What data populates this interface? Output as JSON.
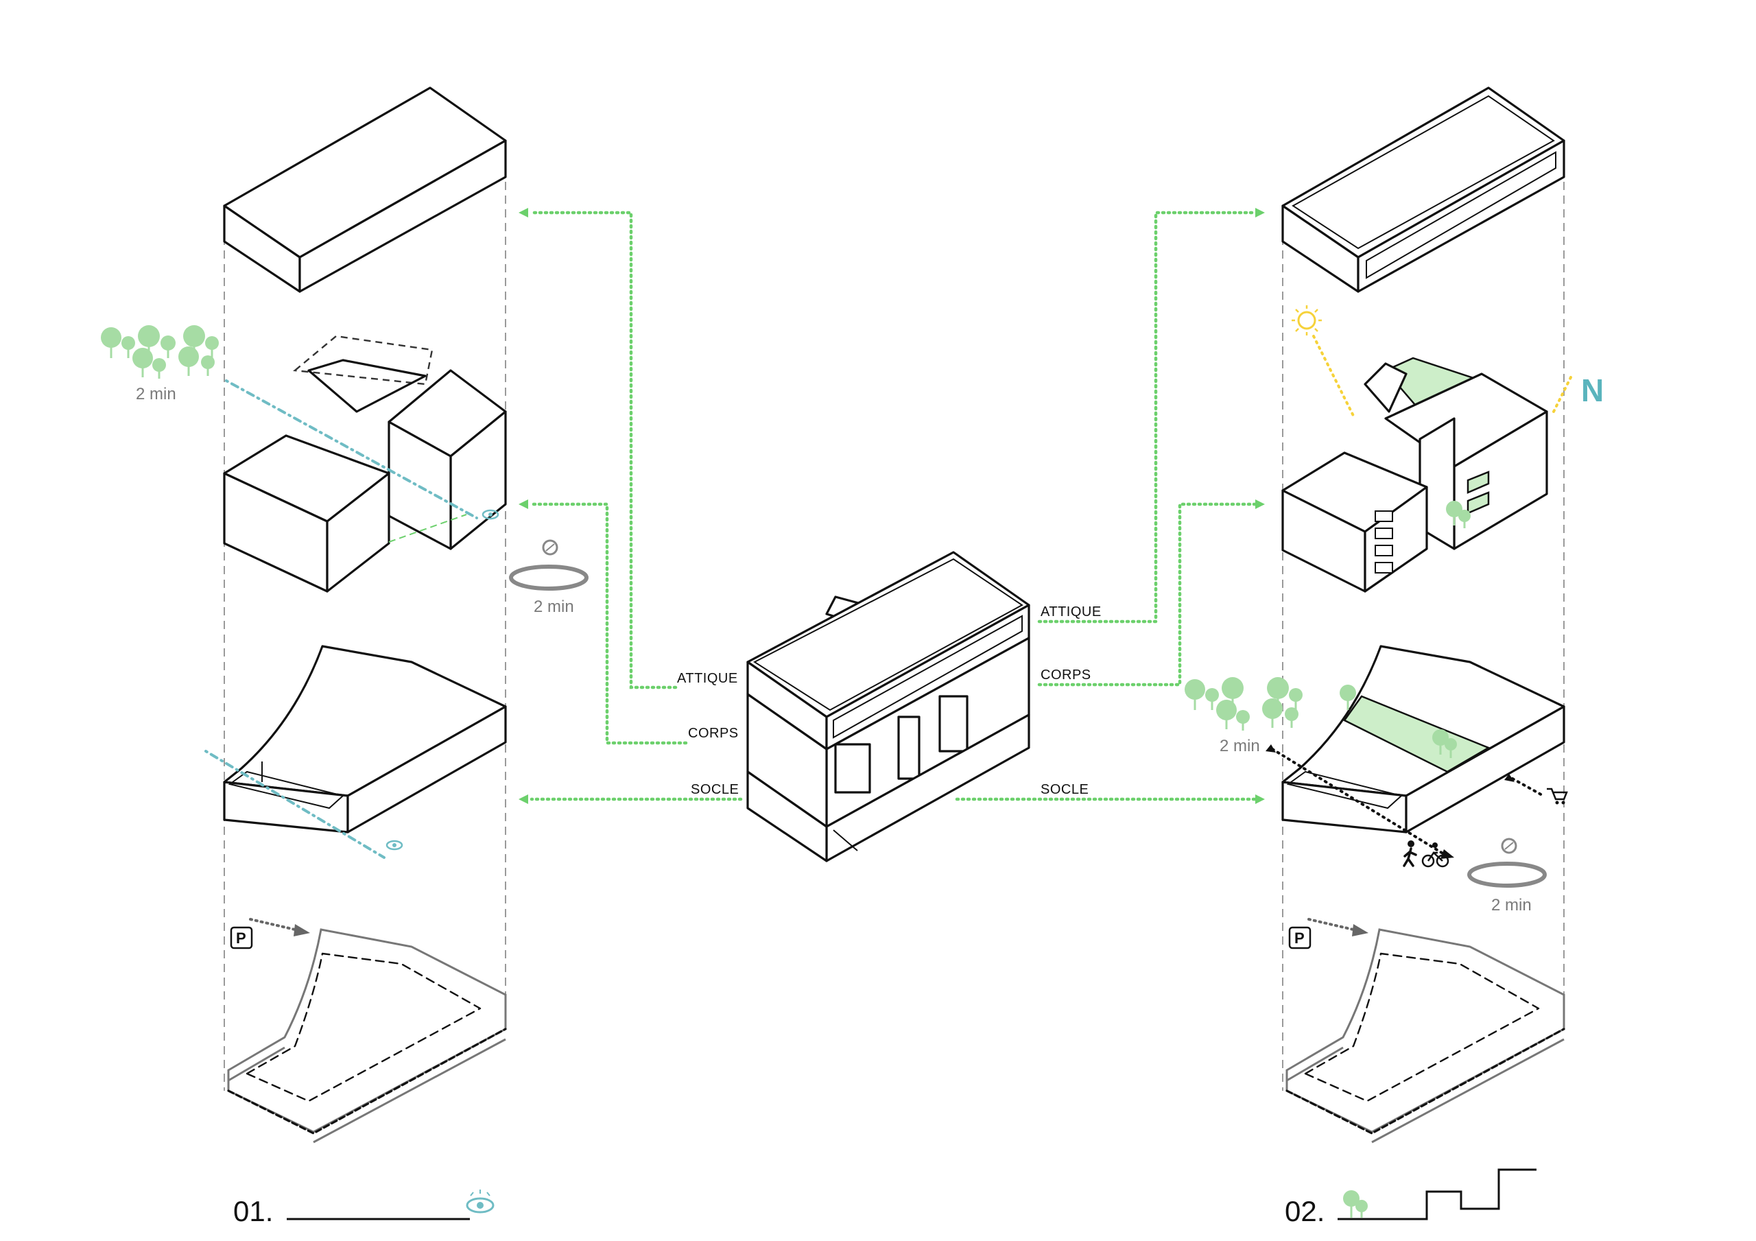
{
  "center_labels": {
    "left": [
      "ATTIQUE",
      "CORPS",
      "SOCLE"
    ],
    "right": [
      "ATTIQUE",
      "CORPS",
      "SOCLE"
    ]
  },
  "annotations": {
    "trees_time_left": "2 min",
    "ring_time_left": "2 min",
    "trees_time_right": "2 min",
    "ring_time_right": "2 min",
    "north": "N",
    "parking": "P"
  },
  "legend": {
    "left_number": "01.",
    "right_number": "02."
  },
  "icons": [
    "tree-icon",
    "eye-icon",
    "ring-road-icon",
    "sun-icon",
    "parking-icon",
    "pedestrian-icon",
    "bicycle-icon",
    "cart-icon",
    "steps-icon"
  ],
  "colors": {
    "green_flow": "#6cd06c",
    "teal_view": "#6fbcc4",
    "tree": "#a6dca4",
    "sun": "#f6d23a",
    "north": "#5ab4bd"
  }
}
